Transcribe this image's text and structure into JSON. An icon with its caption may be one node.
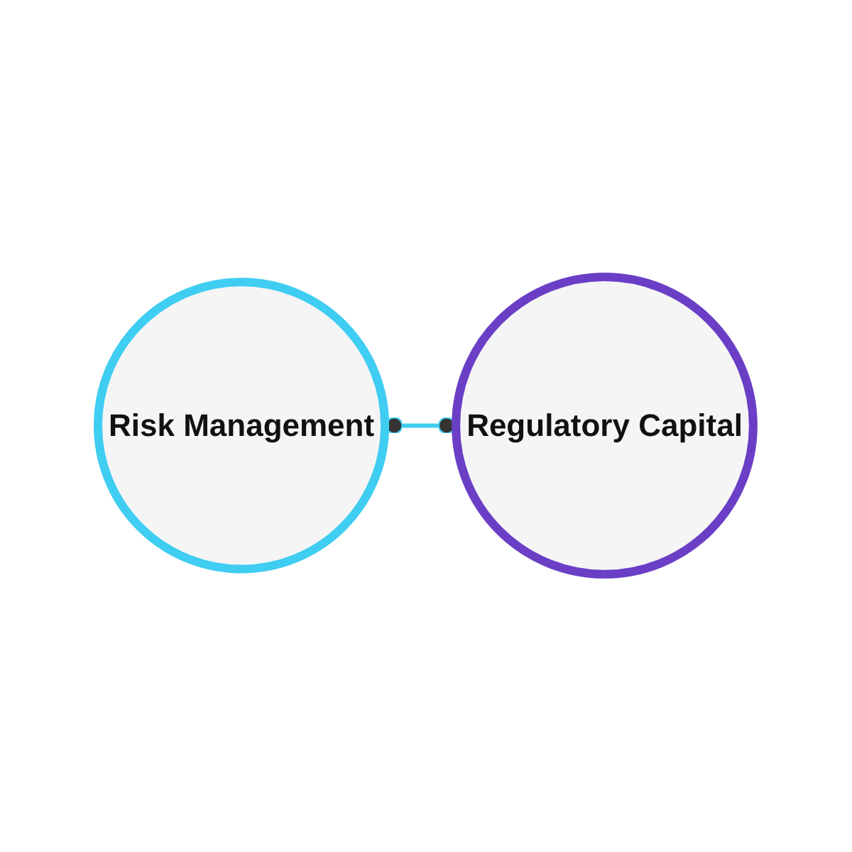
{
  "diagram": {
    "nodes": [
      {
        "text": [
          "Risk Management"
        ]
      },
      {
        "text": [
          "Regulatory Capital"
        ]
      }
    ],
    "edges": [
      {
        "from": 0,
        "to": 1,
        "arrow": "other"
      }
    ]
  }
}
